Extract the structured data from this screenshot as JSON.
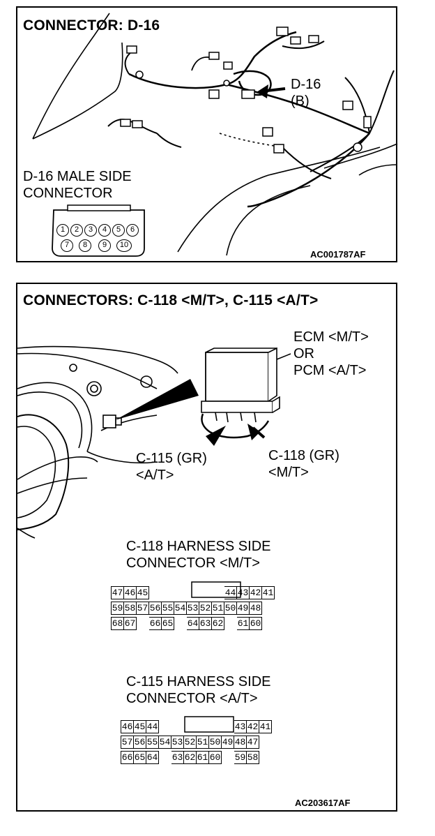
{
  "panel1": {
    "title": "CONNECTOR: D-16",
    "callout_line1": "D-16",
    "callout_line2": "(B)",
    "side_label_line1": "D-16 MALE SIDE",
    "side_label_line2": "CONNECTOR",
    "pins": [
      "1",
      "2",
      "3",
      "4",
      "5",
      "6",
      "7",
      "8",
      "9",
      "10"
    ],
    "code": "AC001787AF"
  },
  "panel2": {
    "title": "CONNECTORS: C-118 <M/T>, C-115 <A/T>",
    "ecm_line1": "ECM <M/T>",
    "ecm_line2": "OR",
    "ecm_line3": "PCM <A/T>",
    "c115_line1": "C-115 (GR)",
    "c115_line2": "<A/T>",
    "c118_line1": "C-118 (GR)",
    "c118_line2": "<M/T>",
    "c118_title_line1": "C-118 HARNESS SIDE",
    "c118_title_line2": "CONNECTOR <M/T>",
    "c118_rows": [
      [
        "47",
        "46",
        "45",
        "",
        "",
        "",
        "",
        "",
        "",
        "44",
        "43",
        "42",
        "41"
      ],
      [
        "59",
        "58",
        "57",
        "56",
        "55",
        "54",
        "53",
        "52",
        "51",
        "50",
        "49",
        "48"
      ],
      [
        "68",
        "67",
        "",
        "66",
        "65",
        "",
        "64",
        "63",
        "62",
        "",
        "61",
        "60"
      ]
    ],
    "c115_title_line1": "C-115 HARNESS SIDE",
    "c115_title_line2": "CONNECTOR <A/T>",
    "c115_rows": [
      [
        "46",
        "45",
        "44",
        "",
        "",
        "",
        "",
        "",
        "",
        "43",
        "42",
        "41"
      ],
      [
        "57",
        "56",
        "55",
        "54",
        "53",
        "52",
        "51",
        "50",
        "49",
        "48",
        "47"
      ],
      [
        "66",
        "65",
        "64",
        "",
        "63",
        "62",
        "61",
        "60",
        "",
        "59",
        "58"
      ]
    ],
    "code": "AC203617AF"
  }
}
